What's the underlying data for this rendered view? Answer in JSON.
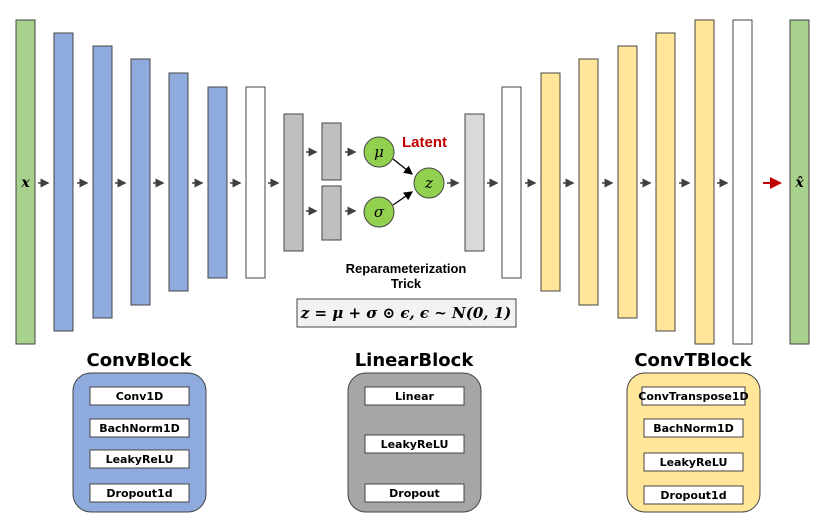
{
  "input_label": "x",
  "output_label": "x̂",
  "latent": {
    "mu": "μ",
    "sigma": "σ",
    "z": "z",
    "title": "Latent"
  },
  "trick": {
    "line1": "Reparameterization",
    "line2": "Trick",
    "formula": "z = μ + σ ⊙ ϵ, ϵ ~ N(0, 1)"
  },
  "blocks": {
    "conv": {
      "title": "ConvBlock",
      "layers": [
        "Conv1D",
        "BachNorm1D",
        "LeakyReLU",
        "Dropout1d"
      ]
    },
    "linear": {
      "title": "LinearBlock",
      "layers": [
        "Linear",
        "LeakyReLU",
        "Dropout"
      ]
    },
    "convt": {
      "title": "ConvTBlock",
      "layers": [
        "ConvTranspose1D",
        "BachNorm1D",
        "LeakyReLU",
        "Dropout1d"
      ]
    }
  },
  "colors": {
    "input_output": "#a9d18e",
    "conv": "#8faadc",
    "linear": "#bfbfbf",
    "convt": "#ffe699",
    "latent_node": "#92d050",
    "latent_title": "#c00000",
    "output_arrow": "#c00000"
  }
}
